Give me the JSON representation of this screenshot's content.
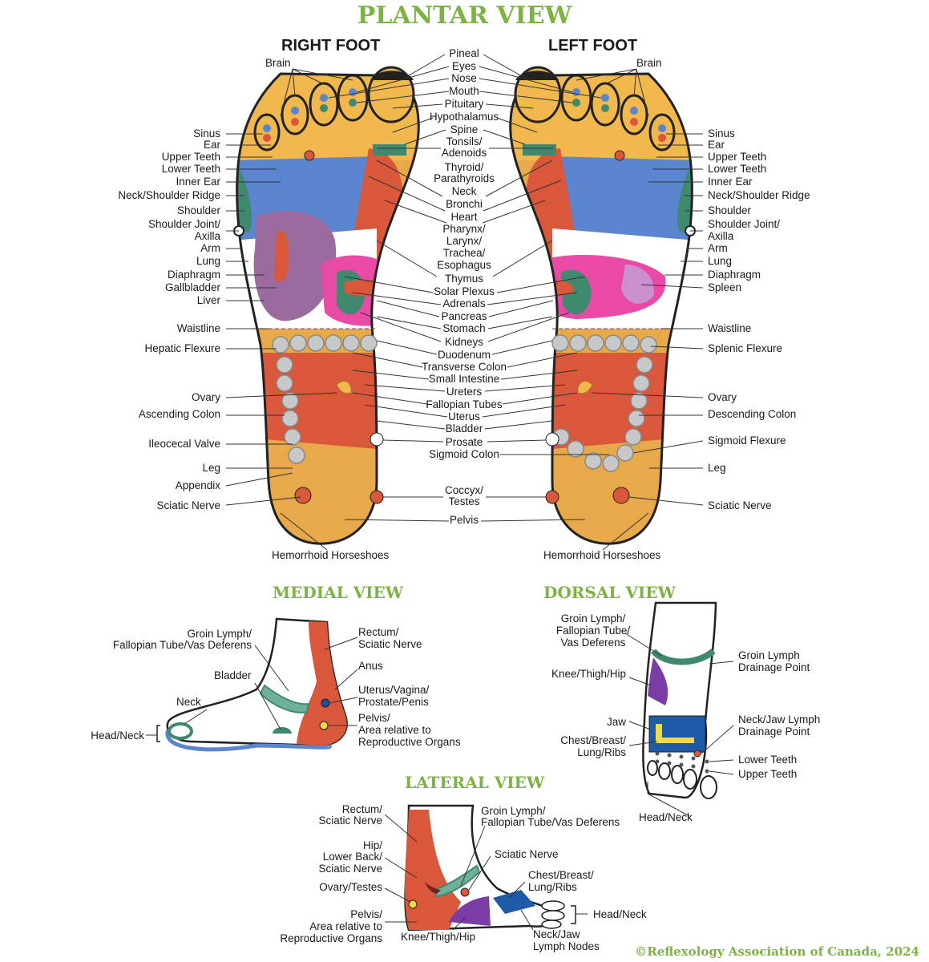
{
  "title": "PLANTAR VIEW",
  "right_foot_heading": "RIGHT FOOT",
  "left_foot_heading": "LEFT FOOT",
  "medial_title": "MEDIAL VIEW",
  "dorsal_title": "DORSAL VIEW",
  "lateral_title": "LATERAL VIEW",
  "copyright": "©Reflexology Association of Canada, 2024",
  "colors": {
    "title_green": "#7cb342",
    "toe_orange": "#f0b84d",
    "blue": "#5b86cf",
    "teal": "#3f8a6e",
    "red": "#d9573a",
    "purple": "#9b6b9e",
    "pink": "#e94aa6",
    "grey": "#c8c8c8"
  },
  "right_labels": [
    "Brain",
    "Sinus",
    "Ear",
    "Upper Teeth",
    "Lower Teeth",
    "Inner Ear",
    "Neck/Shoulder Ridge",
    "Shoulder",
    "Shoulder Joint/",
    "Axilla",
    "Arm",
    "Lung",
    "Diaphragm",
    "Gallbladder",
    "Liver",
    "Waistline",
    "Hepatic Flexure",
    "Ovary",
    "Ascending Colon",
    "Ileocecal Valve",
    "Leg",
    "Appendix",
    "Sciatic Nerve",
    "Hemorrhoid Horseshoes"
  ],
  "left_labels": [
    "Brain",
    "Sinus",
    "Ear",
    "Upper Teeth",
    "Lower Teeth",
    "Inner Ear",
    "Neck/Shoulder Ridge",
    "Shoulder",
    "Shoulder Joint/",
    "Axilla",
    "Arm",
    "Lung",
    "Diaphragm",
    "Spleen",
    "Waistline",
    "Splenic Flexure",
    "Ovary",
    "Descending Colon",
    "Sigmoid Flexure",
    "Leg",
    "Sciatic Nerve",
    "Hemorrhoid Horseshoes"
  ],
  "center_labels": [
    "Pineal",
    "Eyes",
    "Nose",
    "Mouth",
    "Pituitary",
    "Hypothalamus",
    "Spine",
    "Tonsils/",
    "Adenoids",
    "Thyroid/",
    "Parathyroids",
    "Neck",
    "Bronchi",
    "Heart",
    "Pharynx/",
    "Larynx/",
    "Trachea/",
    "Esophagus",
    "Thymus",
    "Solar Plexus",
    "Adrenals",
    "Pancreas",
    "Stomach",
    "Kidneys",
    "Duodenum",
    "Transverse Colon",
    "Small Intestine",
    "Ureters",
    "Fallopian Tubes",
    "Uterus",
    "Bladder",
    "Prosate",
    "Sigmoid Colon",
    "Coccyx/",
    "Testes",
    "Pelvis"
  ],
  "medial_labels": [
    "Groin Lymph/",
    "Fallopian Tube/Vas Deferens",
    "Rectum/",
    "Sciatic Nerve",
    "Anus",
    "Bladder",
    "Uterus/Vagina/",
    "Prostate/Penis",
    "Neck",
    "Pelvis/",
    "Area relative to",
    "Reproductive Organs",
    "Head/Neck"
  ],
  "dorsal_labels": [
    "Groin Lymph/",
    "Fallopian Tube/",
    "Vas Deferens",
    "Groin Lymph",
    "Drainage Point",
    "Knee/Thigh/Hip",
    "Jaw",
    "Neck/Jaw Lymph",
    "Drainage Point",
    "Chest/Breast/",
    "Lung/Ribs",
    "Lower Teeth",
    "Upper Teeth",
    "Head/Neck"
  ],
  "lateral_labels": [
    "Rectum/",
    "Sciatic Nerve",
    "Groin Lymph/",
    "Fallopian Tube/Vas Deferens",
    "Hip/",
    "Lower Back/",
    "Sciatic Nerve",
    "Sciatic Nerve",
    "Chest/Breast/",
    "Lung/Ribs",
    "Ovary/Testes",
    "Head/Neck",
    "Pelvis/",
    "Area relative to",
    "Reproductive Organs",
    "Knee/Thigh/Hip",
    "Neck/Jaw",
    "Lymph Nodes"
  ]
}
